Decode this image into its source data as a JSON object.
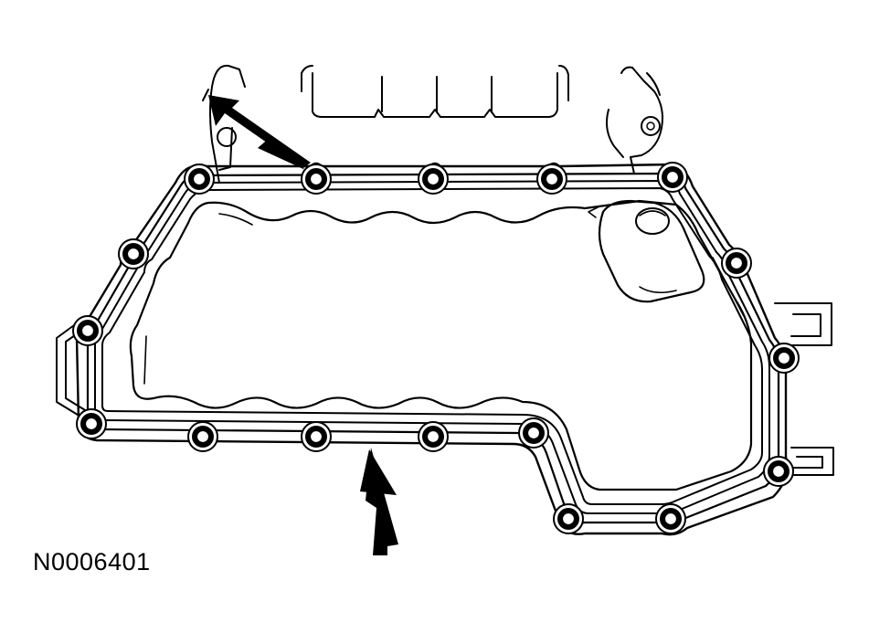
{
  "figure": {
    "id_label": "N0006401",
    "subject": "oil-pan-gasket",
    "callout_count": 2,
    "fastener_count": 17
  },
  "colors": {
    "line": "#000000",
    "background": "#ffffff"
  }
}
